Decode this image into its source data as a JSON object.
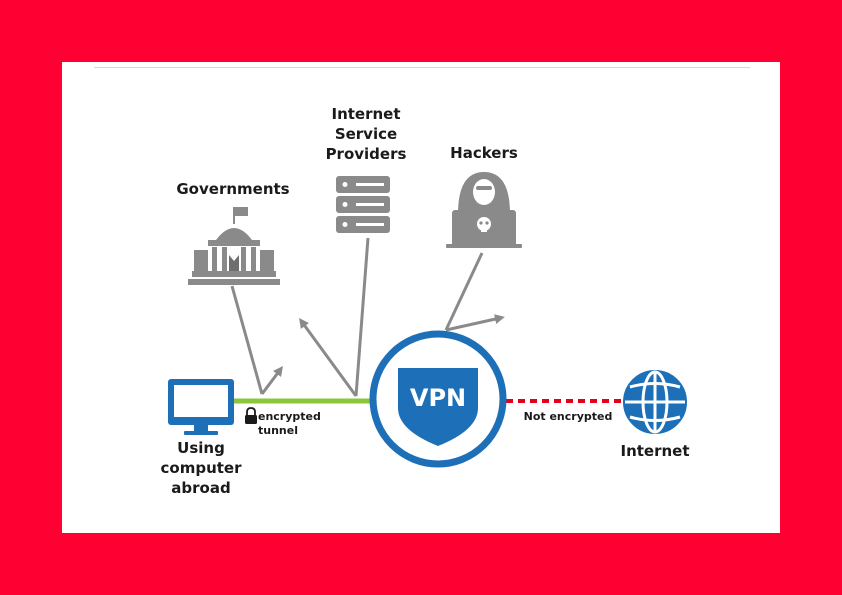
{
  "nodes": {
    "governments": "Governments",
    "isp": [
      "Internet",
      "Service",
      "Providers"
    ],
    "hackers": "Hackers",
    "computer": [
      "Using",
      "computer",
      "abroad"
    ],
    "vpn": "VPN",
    "internet": "Internet"
  },
  "edges": {
    "encrypted": "encrypted tunnel",
    "not_encrypted": "Not encrypted"
  },
  "colors": {
    "frame": "#ff0033",
    "blue": "#1d6fb8",
    "gray": "#8a8a8a",
    "green": "#8cc63f",
    "red": "#e3001b"
  },
  "icons": {
    "computer": "monitor-icon",
    "governments": "government-building-icon",
    "isp": "server-icon",
    "hackers": "hacker-icon",
    "vpn": "vpn-shield-icon",
    "internet": "globe-icon",
    "lock": "lock-icon"
  }
}
